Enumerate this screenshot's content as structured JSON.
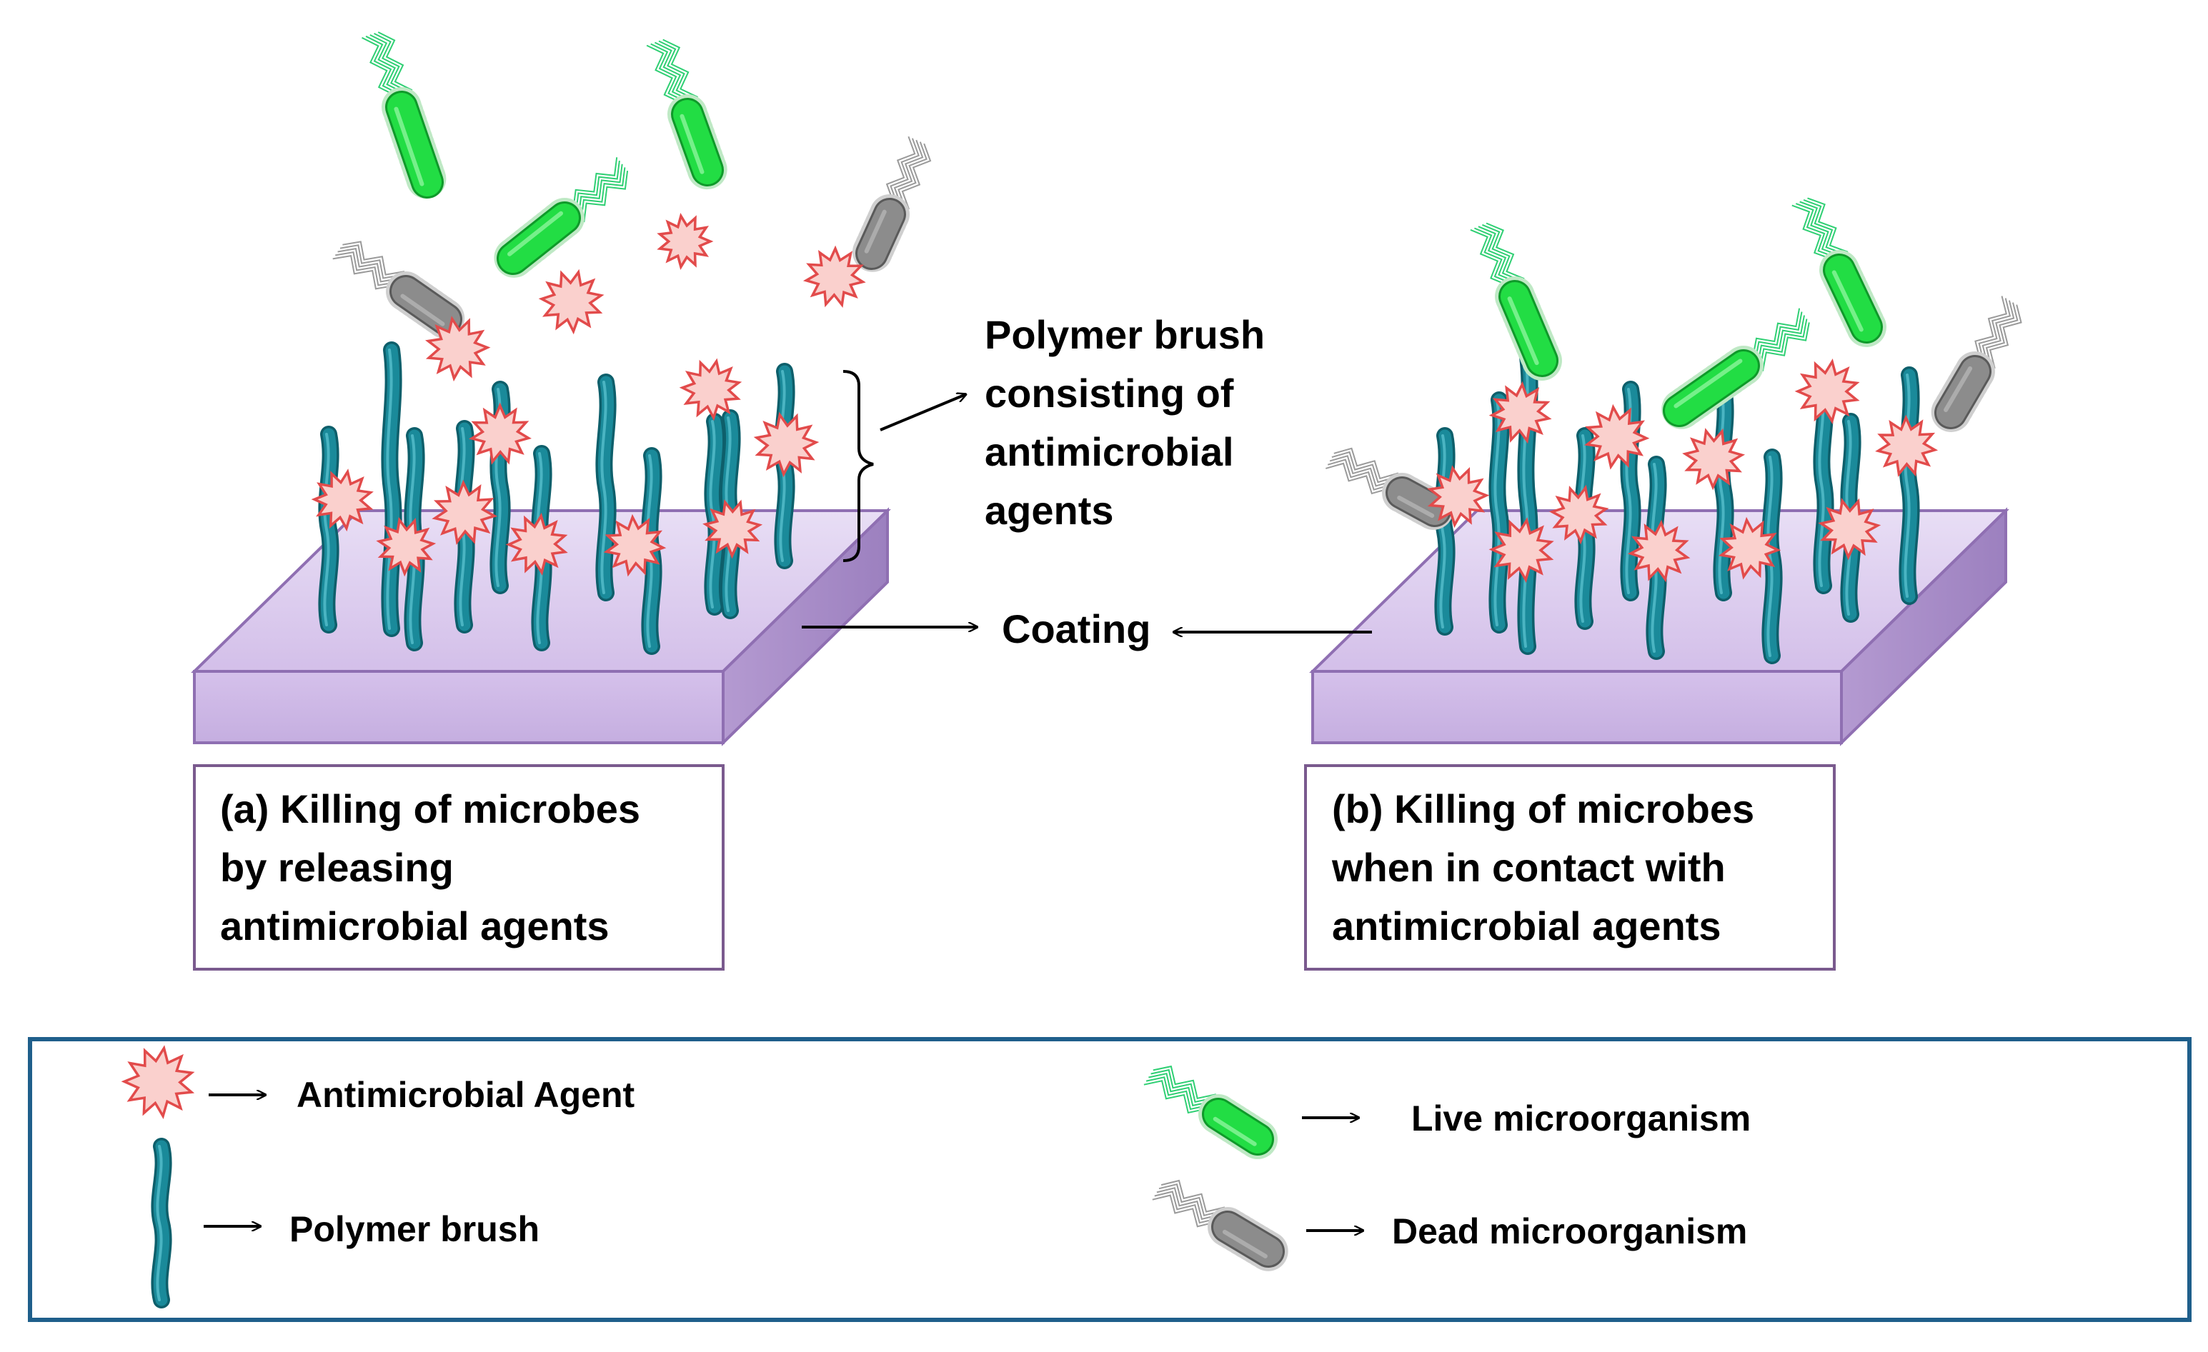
{
  "labels": {
    "polymer_brush_lines": [
      "Polymer brush",
      "consisting of",
      "antimicrobial",
      "agents"
    ],
    "coating": "Coating"
  },
  "captions": {
    "a_lines": [
      "(a) Killing of microbes",
      "by releasing",
      "antimicrobial agents"
    ],
    "b_lines": [
      "(b) Killing of microbes",
      "when in contact with",
      "antimicrobial agents"
    ]
  },
  "legend": {
    "antimicrobial_agent": "Antimicrobial  Agent",
    "polymer_brush": "Polymer brush",
    "live_microorganism": "Live microorganism",
    "dead_microorganism": "Dead microorganism"
  },
  "colors": {
    "coating_fill": "#d9c6ee",
    "coating_stroke": "#8f6fb2",
    "brush": "#1a8a9a",
    "brush_edge": "#0e5f6b",
    "agent_fill": "#fad0cd",
    "agent_stroke": "#e24b4b",
    "live": "#22dd44",
    "dead": "#8c8c8c",
    "caption_border": "#7a5a8e",
    "legend_border": "#1f5f8b"
  },
  "icons": [
    "starburst-agent-icon",
    "polymer-brush-icon",
    "live-bacterium-icon",
    "dead-bacterium-icon",
    "arrow-icon",
    "brace-icon"
  ]
}
